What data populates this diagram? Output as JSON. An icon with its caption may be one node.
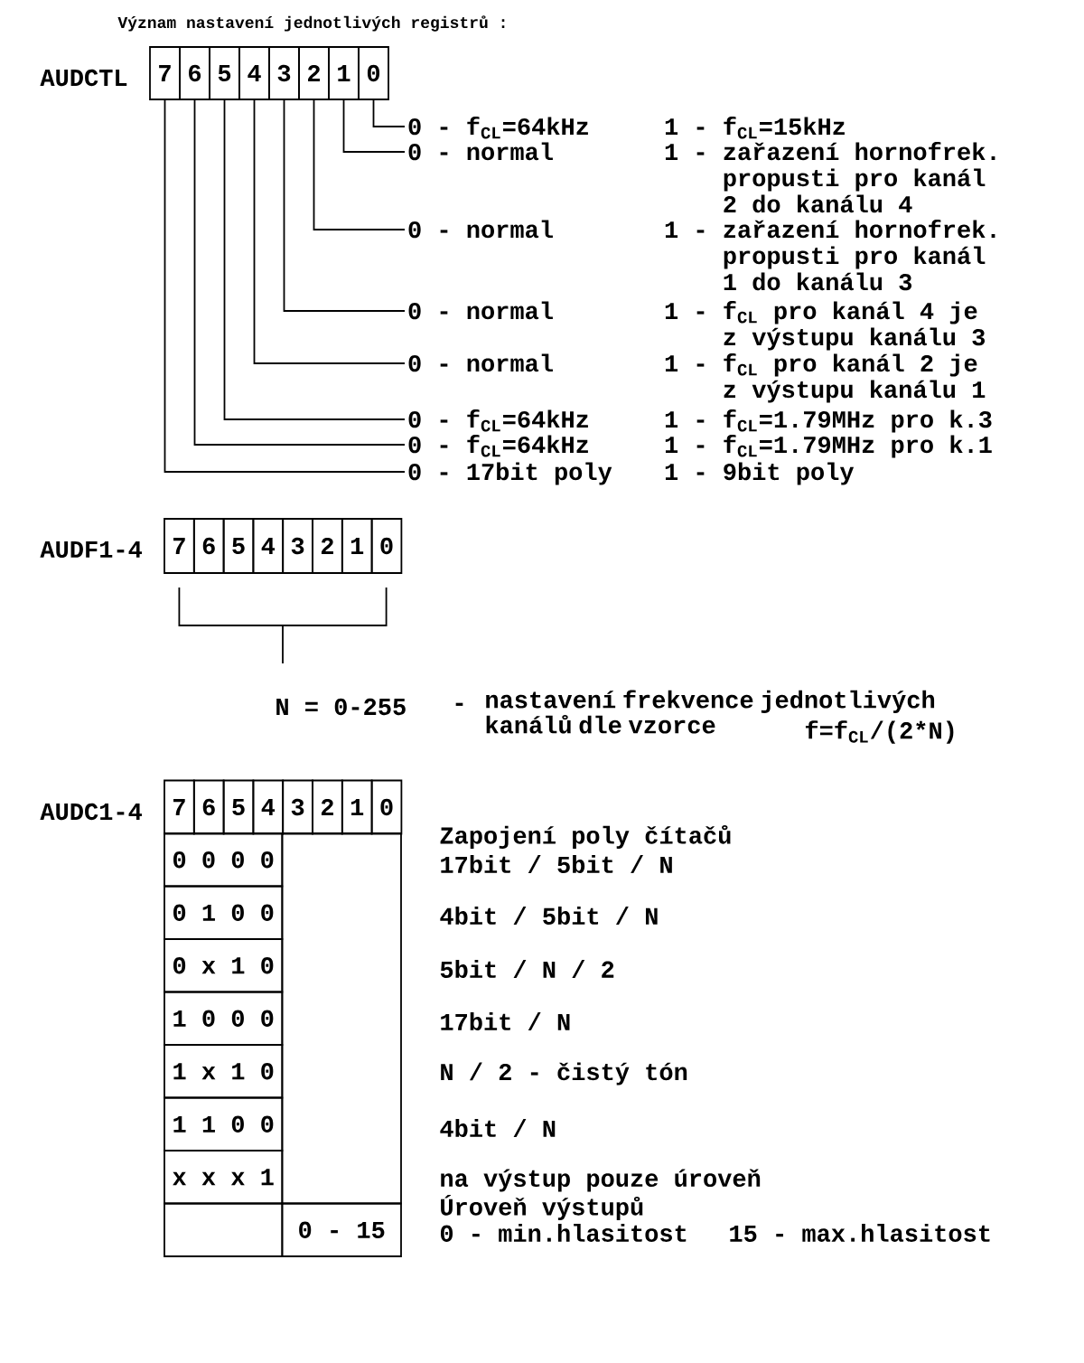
{
  "diagram": {
    "nodes": [
      {
        "text": [
          "7"
        ]
      },
      {
        "text": [
          "6"
        ]
      },
      {
        "text": [
          "5"
        ]
      },
      {
        "text": [
          "4"
        ]
      },
      {
        "text": [
          "3"
        ]
      },
      {
        "text": [
          "2"
        ]
      },
      {
        "text": [
          "1"
        ]
      },
      {
        "text": [
          "0"
        ]
      },
      {
        "text": [
          "0 - f$_{CL}$=64kHz",
          "1 - f$_{CL}$=15kHz"
        ]
      },
      {
        "text": [
          "0 - normal",
          "1 - zařazení hornofrek. propusti pro kanál 2 do kanálu 4"
        ]
      },
      {
        "text": [
          "0 - normal",
          "1 - zařazení hornofrek. propusti pro kanál 1 do kanálu 3"
        ]
      },
      {
        "text": [
          "0 - normal",
          "1 - f$_{CL}$ pro kanál 4 je z výstupu kanálu 3"
        ]
      },
      {
        "text": [
          "0 - normal",
          "1 - f$_{CL}$ pro kanál 2 je z výstupu kanálu 1"
        ]
      },
      {
        "text": [
          "0 - f$_{CL}$=64kHz",
          "1 - f$_{CL}$=1.79MHz pro k.3"
        ]
      },
      {
        "text": [
          "0 - f$_{CL}$=64kHz",
          "1 - f$_{CL}$=1.79MHz pro k.1"
        ]
      },
      {
        "text": [
          "0 - 17bit poly",
          "1 - 9bit poly"
        ]
      },
      {
        "text": [
          "7"
        ]
      },
      {
        "text": [
          "6"
        ]
      },
      {
        "text": [
          "5"
        ]
      },
      {
        "text": [
          "4"
        ]
      },
      {
        "text": [
          "3"
        ]
      },
      {
        "text": [
          "2"
        ]
      },
      {
        "text": [
          "1"
        ]
      },
      {
        "text": [
          "0"
        ]
      },
      {
        "text": [
          "7"
        ]
      },
      {
        "text": [
          "6"
        ]
      },
      {
        "text": [
          "5"
        ]
      },
      {
        "text": [
          "4"
        ]
      },
      {
        "text": [
          "3"
        ]
      },
      {
        "text": [
          "2"
        ]
      },
      {
        "text": [
          "1"
        ]
      },
      {
        "text": [
          "0"
        ]
      },
      {
        "text": [
          "0 0 0 0"
        ]
      },
      {
        "text": [
          "0 1 0 0"
        ]
      },
      {
        "text": [
          "0 x 1 0"
        ]
      },
      {
        "text": [
          "1 0 0 0"
        ]
      },
      {
        "text": [
          "1 x 1 0"
        ]
      },
      {
        "text": [
          "1 1 0 0"
        ]
      },
      {
        "text": [
          "x x x 1"
        ]
      },
      {
        "text": [],
        "shape": "box"
      },
      {
        "text": [],
        "shape": "box"
      },
      {
        "text": [
          "0 - 15"
        ]
      }
    ],
    "edges": [
      {
        "from": 7,
        "to": 8,
        "arrow": "none"
      },
      {
        "from": 6,
        "to": 9,
        "arrow": "none"
      },
      {
        "from": 5,
        "to": 10,
        "arrow": "none"
      },
      {
        "from": 4,
        "to": 11,
        "arrow": "none"
      },
      {
        "from": 3,
        "to": 12,
        "arrow": "none"
      },
      {
        "from": 2,
        "to": 13,
        "arrow": "none"
      },
      {
        "from": 1,
        "to": 14,
        "arrow": "none"
      },
      {
        "from": 0,
        "to": 15,
        "arrow": "none"
      }
    ],
    "labels": [
      "Význam nastavení jednotlivých registrů :",
      "AUDCTL",
      "AUDF1-4",
      "N = 0-255",
      "-",
      "nastavení frekvence jednotlivých kanálů dle vzorce",
      "f=f$_{CL}$/(2*N)",
      "AUDC1-4",
      "Zapojení poly čítačů",
      "17bit / 5bit / N",
      "4bit / 5bit / N",
      "5bit / N / 2",
      "17bit / N",
      "N / 2 - čistý tón",
      "4bit / N",
      "na výstup pouze úroveň",
      "Úroveň výstupů",
      "0 - min.hlasitost",
      "15 - max.hlasitost"
    ]
  }
}
